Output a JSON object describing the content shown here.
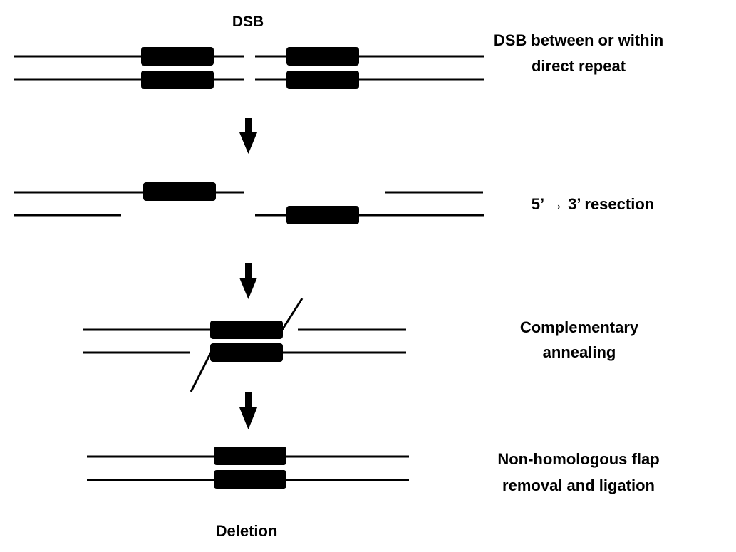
{
  "labels": {
    "dsb": "DSB",
    "step1_line1": "DSB between or within",
    "step1_line2": "direct repeat",
    "step2": "5’ → 3’  resection",
    "step3_line1": "Complementary",
    "step3_line2": "annealing",
    "step4_line1": "Non-homologous flap",
    "step4_line2": "removal and ligation",
    "result": "Deletion"
  },
  "colors": {
    "strand": "#000000",
    "repeat_block": "#000000",
    "arrow": "#000000",
    "background": "#ffffff"
  },
  "icons": {
    "step_arrow": "down-arrow-icon"
  }
}
